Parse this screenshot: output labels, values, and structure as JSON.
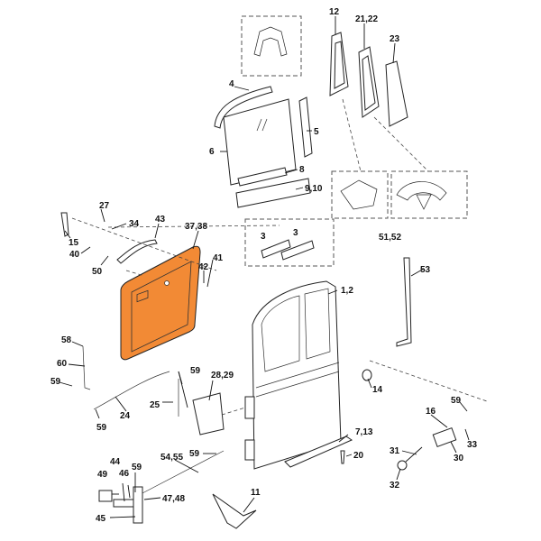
{
  "diagram": {
    "accent_color": "#f28a35",
    "highlighted_part": "37,38",
    "callouts": [
      "12",
      "21,22",
      "23",
      "4",
      "5",
      "6",
      "8",
      "9,10",
      "27",
      "34",
      "43",
      "37,38",
      "15",
      "40",
      "50",
      "42",
      "41",
      "3",
      "3",
      "51,52",
      "53",
      "1,2",
      "58",
      "60",
      "59",
      "59",
      "28,29",
      "25",
      "24",
      "59",
      "14",
      "59",
      "16",
      "33",
      "30",
      "31",
      "32",
      "7,13",
      "20",
      "59",
      "54,55",
      "44",
      "46",
      "59",
      "49",
      "47,48",
      "45",
      "11"
    ]
  }
}
